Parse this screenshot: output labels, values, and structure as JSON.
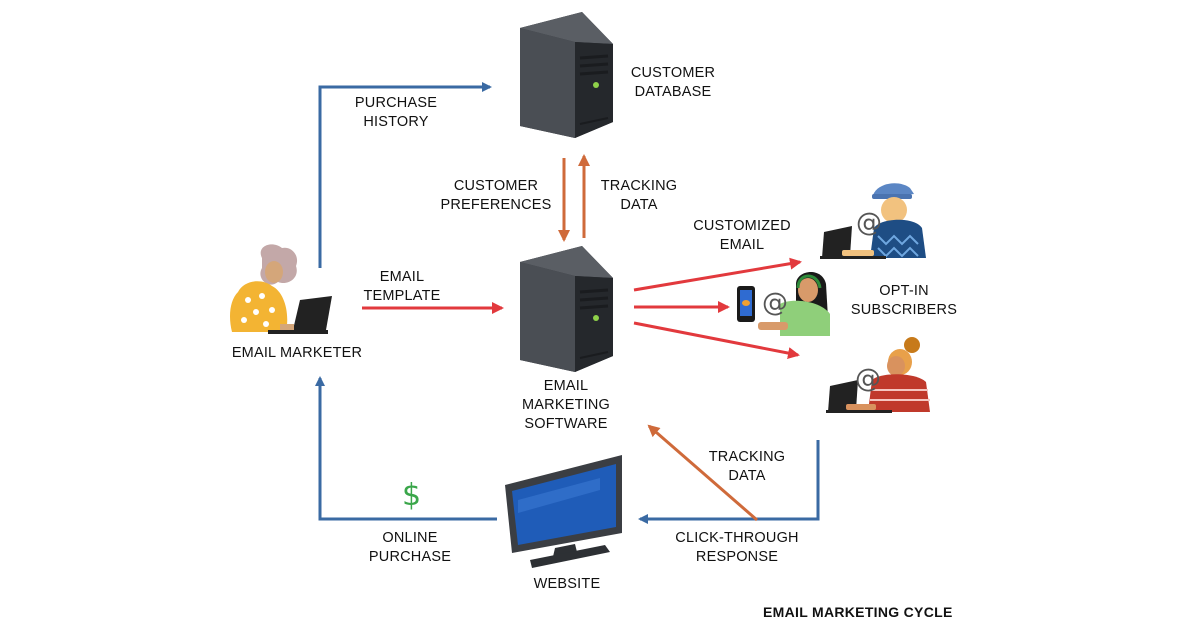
{
  "diagram": {
    "caption": "EMAIL MARKETING CYCLE",
    "nodes": {
      "customer_database": [
        "CUSTOMER",
        "DATABASE"
      ],
      "email_marketer": [
        "EMAIL MARKETER"
      ],
      "email_marketing_software": [
        "EMAIL",
        "MARKETING",
        "SOFTWARE"
      ],
      "opt_in_subscribers": [
        "OPT-IN",
        "SUBSCRIBERS"
      ],
      "website": [
        "WEBSITE"
      ]
    },
    "edges": {
      "purchase_history": [
        "PURCHASE",
        "HISTORY"
      ],
      "customer_preferences": [
        "CUSTOMER",
        "PREFERENCES"
      ],
      "tracking_data_top": [
        "TRACKING",
        "DATA"
      ],
      "email_template": [
        "EMAIL",
        "TEMPLATE"
      ],
      "customized_email": [
        "CUSTOMIZED",
        "EMAIL"
      ],
      "tracking_data_bottom": [
        "TRACKING",
        "DATA"
      ],
      "click_through_response": [
        "CLICK-THROUGH",
        "RESPONSE"
      ],
      "online_purchase": [
        "ONLINE",
        "PURCHASE"
      ]
    },
    "symbols": {
      "dollar": "$",
      "at_sign": "@"
    },
    "colors": {
      "blue_arrow": "#3a6aa3",
      "red_arrow": "#e2393d",
      "orange_arrow": "#cf6a3a",
      "server": "#3b3e43",
      "led": "#8fd14a",
      "monitor_screen": "#1f5cb8",
      "dollar": "#3aa64a"
    }
  }
}
